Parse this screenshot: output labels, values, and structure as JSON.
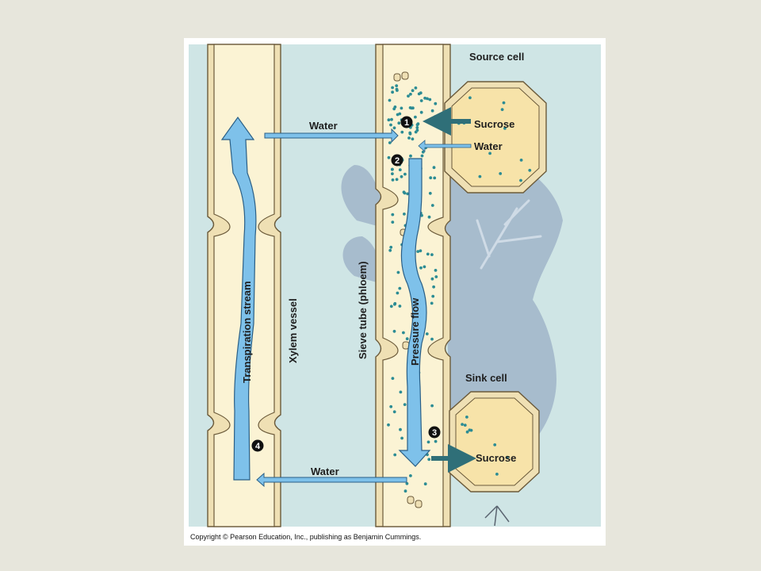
{
  "labels": {
    "source_cell": "Source cell",
    "sink_cell": "Sink cell",
    "sucrose_in": "Sucrose",
    "water_in": "Water",
    "sucrose_out": "Sucrose",
    "water_top": "Water",
    "water_bottom": "Water",
    "xylem_vessel": "Xylem vessel",
    "sieve_tube": "Sieve tube (phloem)",
    "transpiration_stream": "Transpiration stream",
    "pressure_flow": "Pressure flow"
  },
  "steps": [
    "1",
    "2",
    "3",
    "4"
  ],
  "copyright": "Copyright © Pearson Education, Inc., publishing as Benjamin Cummings.",
  "colors": {
    "background": "#e7e6dc",
    "diagram_bg": "#cfe5e5",
    "tube_fill": "#fbf3d4",
    "tube_wall": "#efe0b4",
    "cell_fill": "#f7e3a9",
    "arrow_blue": "#7ec1ea",
    "arrow_teal": "#2f6f78",
    "dot": "#2c8c94",
    "plant_silhouette": "#a7bccd"
  }
}
